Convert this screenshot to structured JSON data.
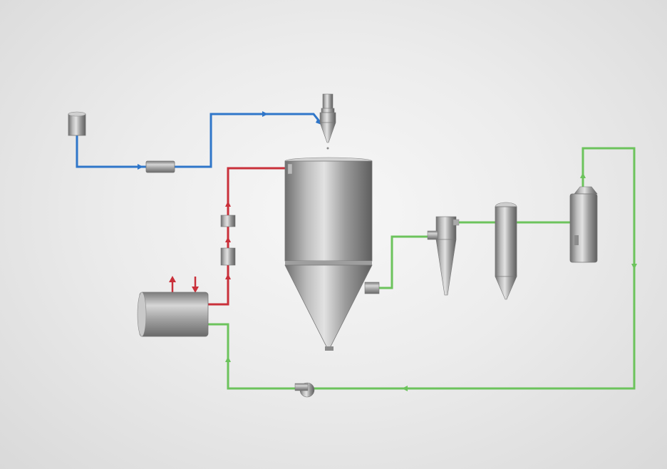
{
  "diagram": {
    "type": "closed-loop spray drying process flow",
    "colors": {
      "feed_line": "#2f76c9",
      "hot_air_line": "#c9303a",
      "gas_recycle_line": "#6cc35c",
      "equipment_metal": "#a9a9a9",
      "background": "#e6e6e6"
    },
    "equipment": [
      "feed-tank",
      "feed-pump",
      "atomizer-nozzle",
      "drying-chamber",
      "heater",
      "inline-filter-top",
      "inline-filter-bottom",
      "cyclone-separator",
      "bag-filter",
      "condenser",
      "circulation-fan"
    ],
    "streams": [
      "liquid-feed-line",
      "hot-gas-line",
      "exhaust-gas-line",
      "recycle-gas-line"
    ]
  }
}
